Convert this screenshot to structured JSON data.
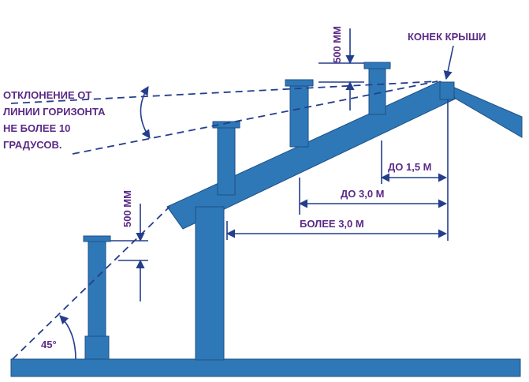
{
  "labels": {
    "ridge": "КОНЕК КРЫШИ",
    "deviation_line1": "ОТКЛОНЕНИЕ ОТ",
    "deviation_line2": "ЛИНИИ ГОРИЗОНТА",
    "deviation_line3": "НЕ БОЛЕЕ 10",
    "deviation_line4": "ГРАДУСОВ.",
    "height_top": "500 ММ",
    "height_left": "500 ММ",
    "dist_1": "ДО 1,5 М",
    "dist_2": "ДО 3,0 М",
    "dist_3": "БОЛЕЕ 3,0 М",
    "angle": "45°"
  },
  "colors": {
    "pipe_fill": "#2f78b7",
    "line": "#243e8c",
    "text": "#5a2a86",
    "background": "#ffffff"
  }
}
